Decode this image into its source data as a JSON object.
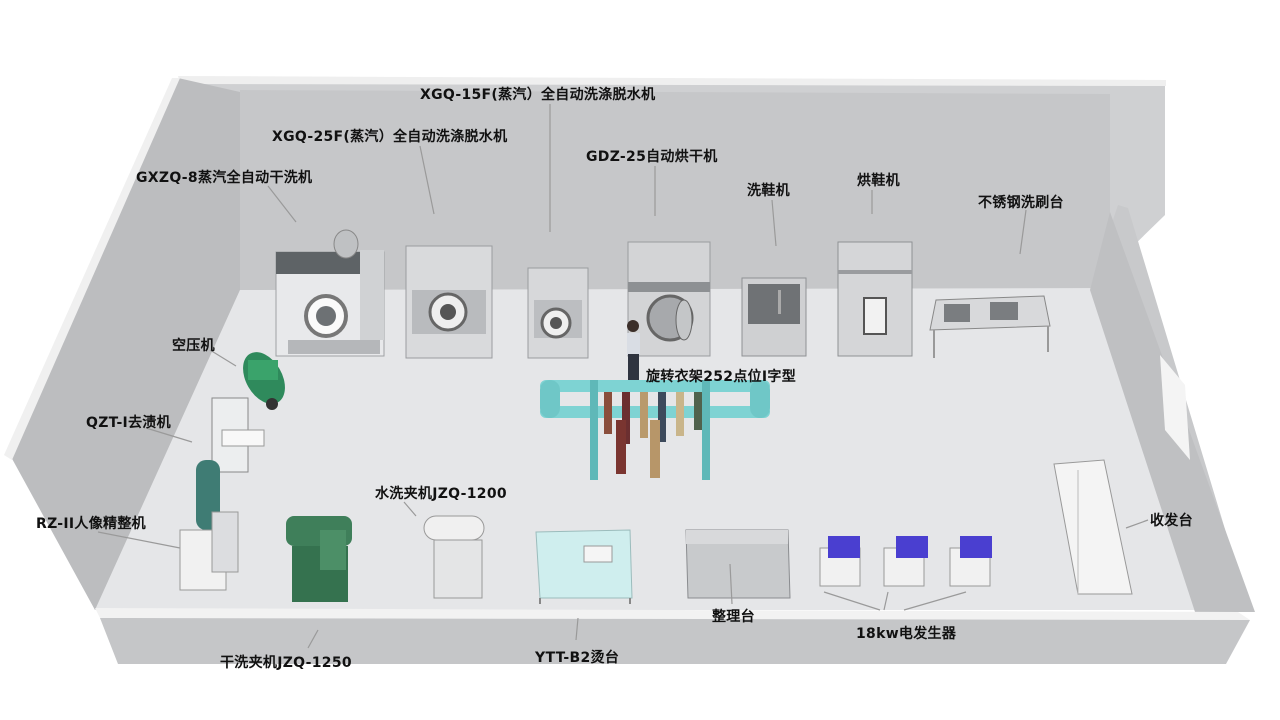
{
  "labels": {
    "xgq15f": "XGQ-15F(蒸汽）全自动洗涤脱水机",
    "xgq25f": "XGQ-25F(蒸汽）全自动洗涤脱水机",
    "gdz25": "GDZ-25自动烘干机",
    "gxzq8": "GXZQ-8蒸汽全自动干洗机",
    "shoe_washer": "洗鞋机",
    "shoe_dryer": "烘鞋机",
    "steel_sink": "不锈钢洗刷台",
    "air_compressor": "空压机",
    "rotary_rack": "旋转衣架252点位I字型",
    "stain_remover": "QZT-I去渍机",
    "wet_press": "水洗夹机JZQ-1200",
    "portrait_finisher": "RZ-II人像精整机",
    "counter": "收发台",
    "sorting_table": "整理台",
    "steam_generator": "18kw电发生器",
    "dry_press": "干洗夹机JZQ-1250",
    "ironing_table": "YTT-B2烫台"
  },
  "colors": {
    "floor": "#e6e7e9",
    "wall": "#c9cacc",
    "wall_top": "#eeeeef",
    "machine": "#d4d6d9",
    "rack": "#7fd6d6",
    "green_machine": "#3f7f5a",
    "generator_top": "#4a3fd0"
  }
}
